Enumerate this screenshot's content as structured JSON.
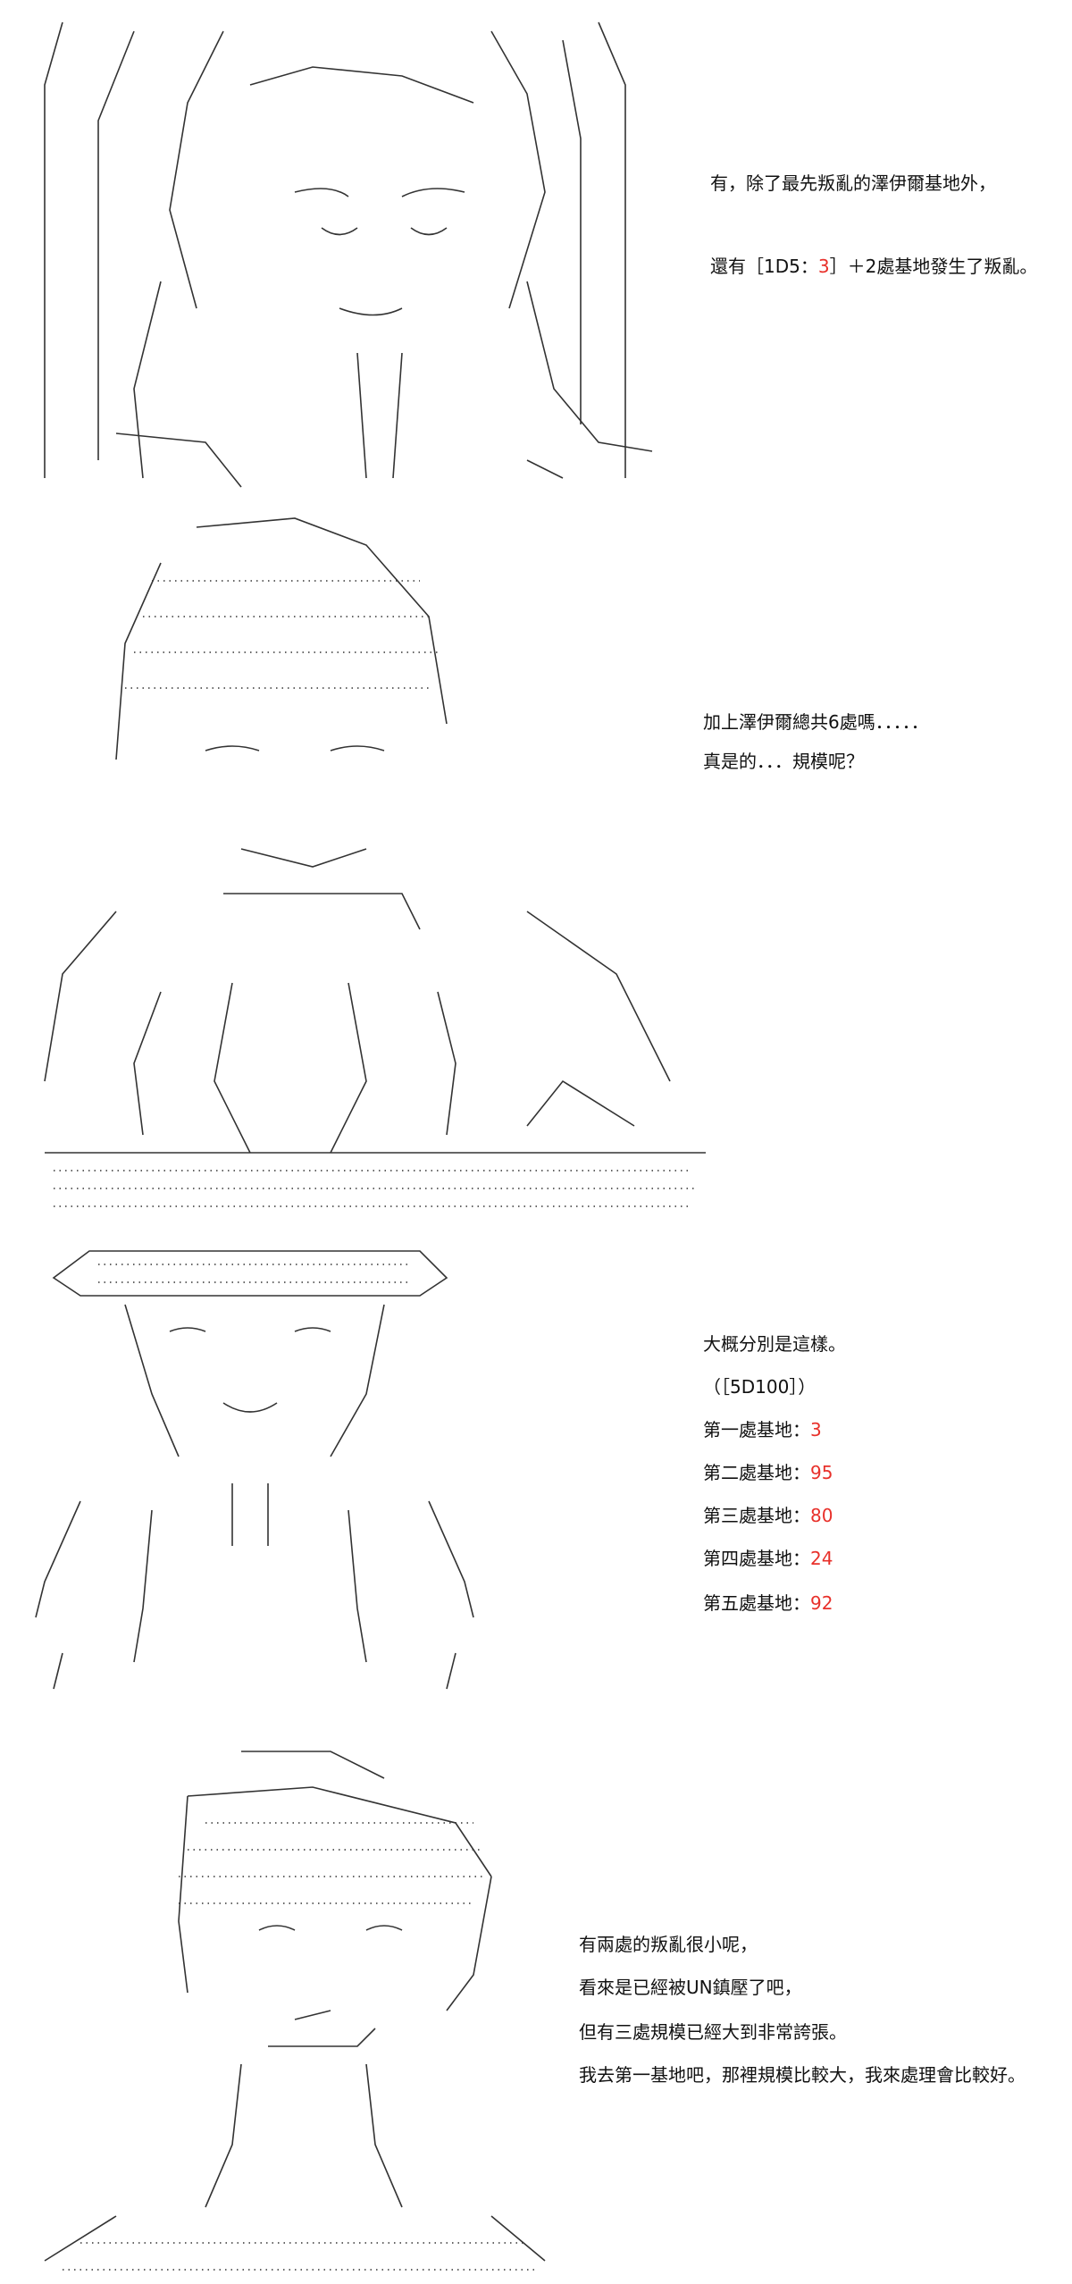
{
  "panels": [
    {
      "lines": [
        {
          "text": "有，除了最先叛亂的澤伊爾基地外，"
        },
        {
          "pre": "還有［1D5：",
          "value": "3",
          "post": "］＋2處基地發生了叛亂。"
        }
      ]
    },
    {
      "lines": [
        {
          "text": "加上澤伊爾總共6處嗎．．．．．"
        },
        {
          "text": "真是的．．．規模呢？"
        }
      ]
    },
    {
      "intro": "大概分別是這樣。",
      "roll": "（［5D100］）",
      "bases": [
        {
          "label": "第一處基地：",
          "value": "3"
        },
        {
          "label": "第二處基地：",
          "value": "95"
        },
        {
          "label": "第三處基地：",
          "value": "80"
        },
        {
          "label": "第四處基地：",
          "value": "24"
        },
        {
          "label": "第五處基地：",
          "value": "92"
        }
      ]
    },
    {
      "lines": [
        {
          "text": "有兩處的叛亂很小呢，"
        },
        {
          "text": "看來是已經被UN鎮壓了吧，"
        },
        {
          "text": "但有三處規模已經大到非常誇張。"
        },
        {
          "text": "我去第一基地吧，那裡規模比較大，我來處理會比較好。"
        }
      ]
    }
  ],
  "colors": {
    "roll_value": "#e8302a",
    "text": "#111111"
  }
}
